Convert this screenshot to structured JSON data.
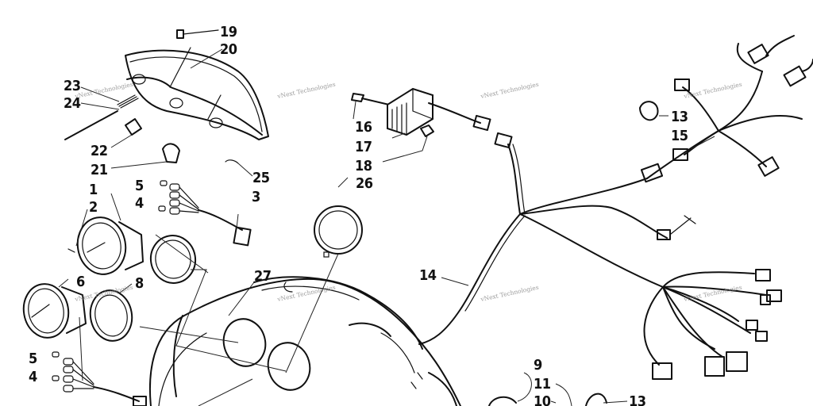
{
  "callouts": {
    "c19": "19",
    "c20": "20",
    "c23": "23",
    "c24": "24",
    "c22": "22",
    "c21": "21",
    "c25": "25",
    "c16": "16",
    "c17": "17",
    "c18": "18",
    "c26": "26",
    "c1": "1",
    "c2": "2",
    "c5a": "5",
    "c4a": "4",
    "c3": "3",
    "c6": "6",
    "c8": "8",
    "c27": "27",
    "c14": "14",
    "c5b": "5",
    "c4b": "4",
    "c9": "9",
    "c11": "11",
    "c10": "10",
    "c13a": "13",
    "c15": "15",
    "c13b": "13"
  },
  "watermark": {
    "text": "vNext Technologies"
  }
}
